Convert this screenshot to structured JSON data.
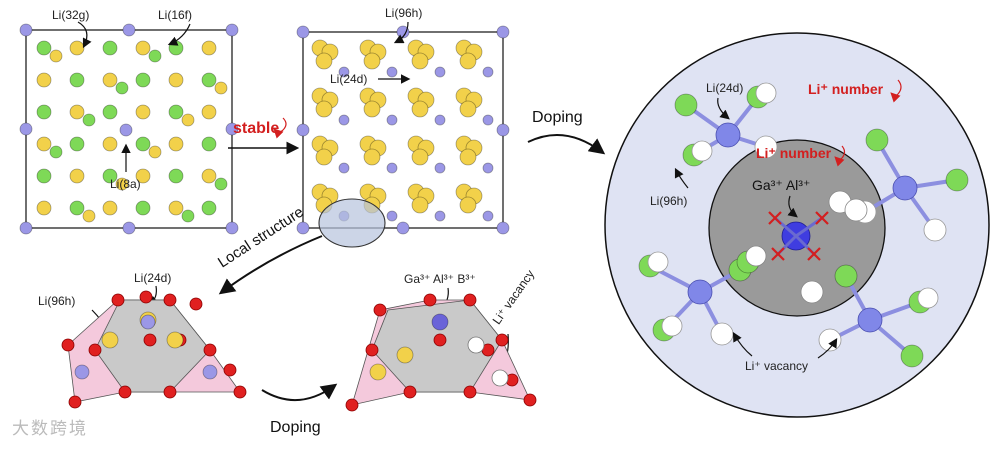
{
  "panel1": {
    "label_32g": "Li(32g)",
    "label_16f": "Li(16f)",
    "label_8a": "Li(8a)"
  },
  "stable": "stable",
  "panel2": {
    "label_96h": "Li(96h)",
    "label_24d": "Li(24d)"
  },
  "doping_top": "Doping",
  "local_structure": "Local structure",
  "doping_bottom": "Doping",
  "panel3": {
    "label_24d": "Li(24d)",
    "label_96h": "Li(96h)"
  },
  "panel4": {
    "ions": "Ga³⁺ Al³⁺ B³⁺",
    "vacancy": "Li⁺ vacancy"
  },
  "circle": {
    "label_24d": "Li(24d)",
    "outer_number": "Li⁺ number",
    "inner_number": "Li⁺ number",
    "ions": "Ga³⁺ Al³⁺",
    "label_96h": "Li(96h)",
    "vacancy": "Li⁺ vacancy"
  },
  "watermark": "大数跨境",
  "colors": {
    "green": "#7ed957",
    "yellow": "#f2d14a",
    "purple": "#9b97e6",
    "red_atom": "#e02020",
    "red_text": "#d31f1f",
    "inner_gray": "#9a9a9a",
    "outer_blue": "#dfe3f3"
  }
}
